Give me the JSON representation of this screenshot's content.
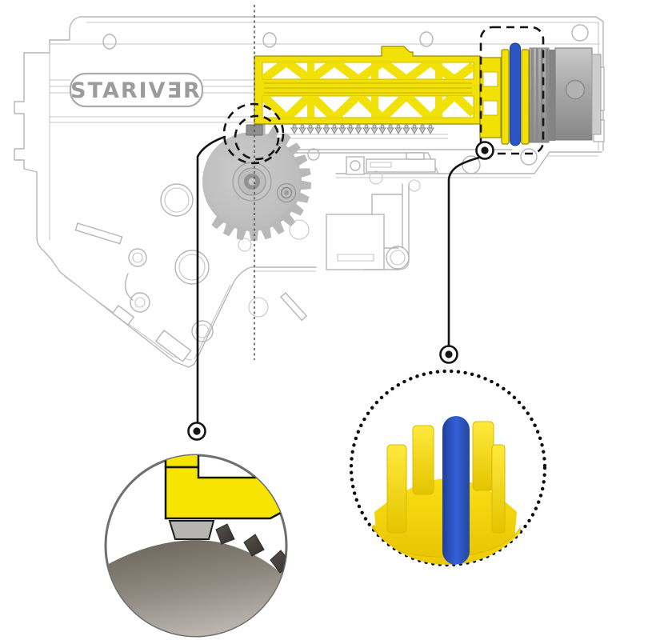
{
  "brand": {
    "label": "STARIVƎR"
  },
  "colors": {
    "piston_yellow": "#F2E106",
    "piston_yellow_edge": "#9a8b00",
    "oring_blue": "#2B55C4",
    "gear_gray": "#BFBFBF",
    "cylinder_gray": "#A6A6A6",
    "outline_gray": "#B6B6B6",
    "callout_black": "#141414"
  },
  "parts": {
    "shell": "gearbox-shell-outline",
    "piston": "yellow-truss-piston",
    "piston_head": "piston-head-with-o-ring",
    "o_ring": "blue-o-ring",
    "cylinder_head": "gray-cylinder-head",
    "sector_gear": "gray-sector-gear",
    "spring": "spring-coils"
  },
  "callouts": [
    {
      "id": "gear-piston-engagement",
      "style": "dashed-double-circle",
      "detail": "solid-border-circle"
    },
    {
      "id": "piston-head-o-ring",
      "style": "dashed-rounded-rect",
      "detail": "dotted-border-circle"
    }
  ]
}
